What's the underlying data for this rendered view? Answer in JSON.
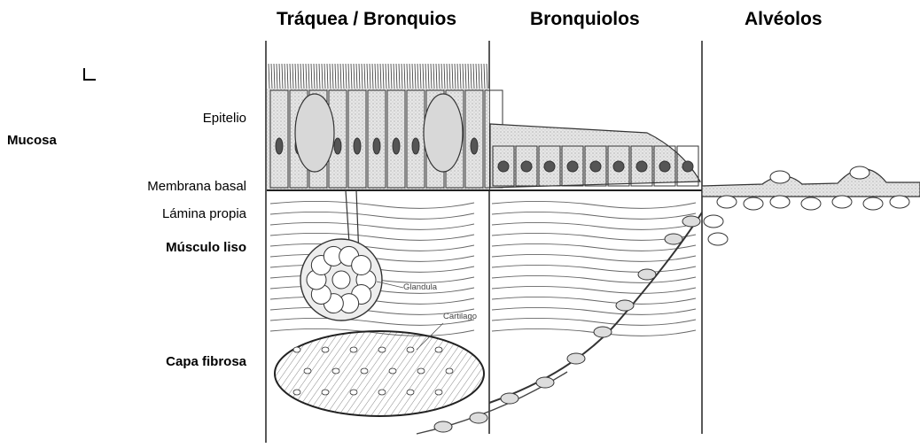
{
  "headers": {
    "trachea": "Tráquea / Bronquios",
    "bronchioles": "Bronquiolos",
    "alveoli": "Alvéolos"
  },
  "labels": {
    "mucosa": "Mucosa",
    "epitelio": "Epitelio",
    "membrana_basal": "Membrana basal",
    "lamina_propia": "Lámina propia",
    "musculo_liso": "Músculo liso",
    "capa_fibrosa": "Capa fibrosa"
  },
  "annotations": {
    "glandula": "Glandula",
    "cartilago": "Cartilago"
  }
}
